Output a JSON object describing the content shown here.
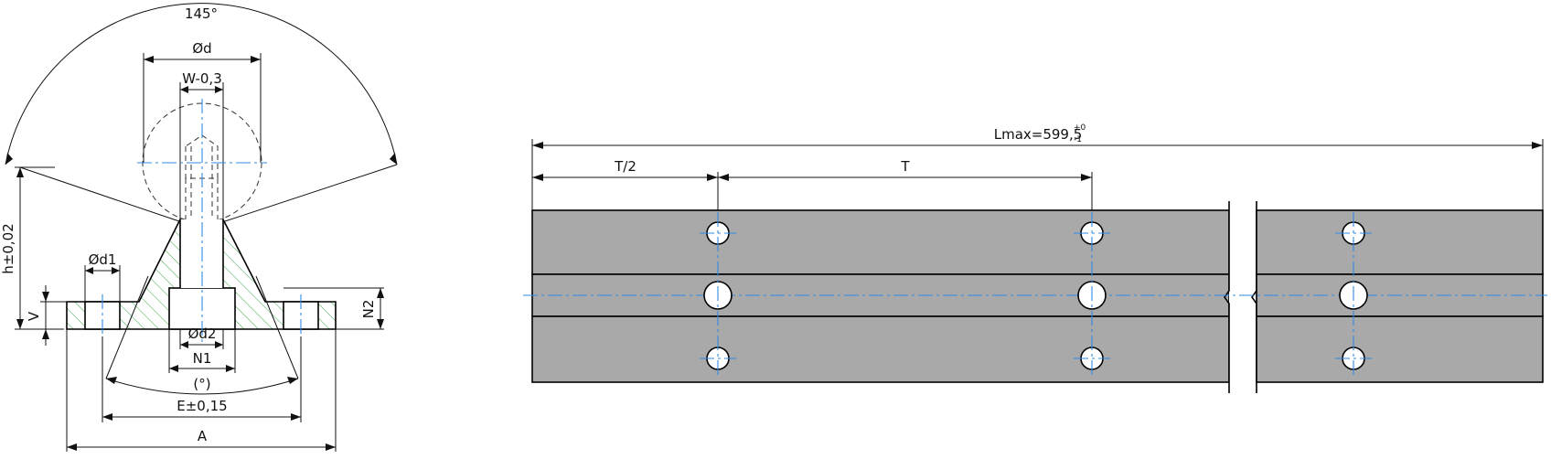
{
  "cross_section": {
    "angle_top": "145°",
    "dia_d": "Ød",
    "width_w": "W-0,3",
    "height_h": "h±0,02",
    "dia_d1": "Ød1",
    "dim_v": "V",
    "dim_n2": "N2",
    "dia_d2": "Ød2",
    "dim_n1": "N1",
    "angle_bottom": "(°)",
    "dim_e": "E±0,15",
    "dim_a": "A"
  },
  "rail_view": {
    "length_label": "Lmax=599,5",
    "length_tol_upper": "+0",
    "length_tol_lower": "-1",
    "half_pitch": "T/2",
    "pitch": "T"
  },
  "colors": {
    "rail_fill": "#a9a9a9",
    "centerline": "#2f8be6",
    "hatch": "#3aa84b"
  }
}
